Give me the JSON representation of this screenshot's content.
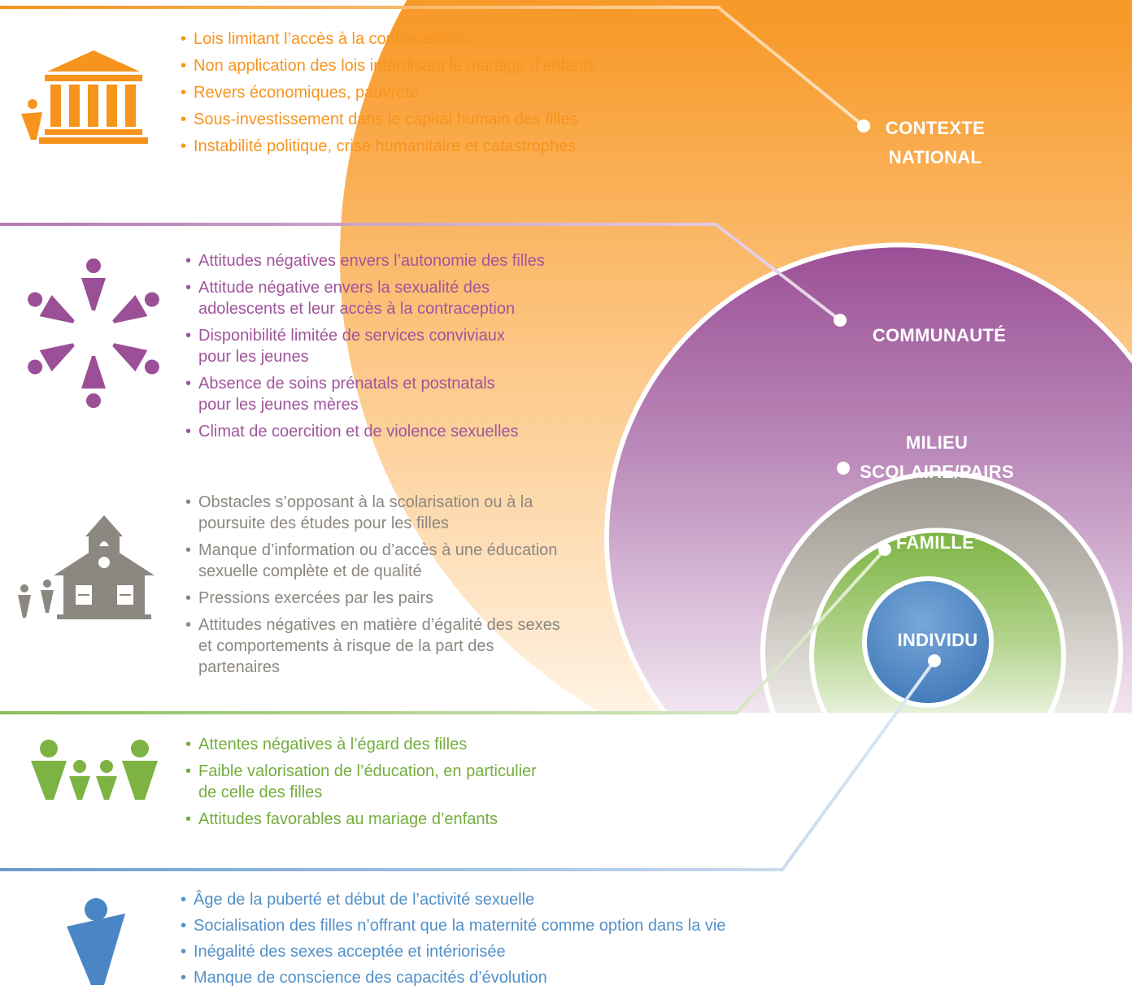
{
  "colors": {
    "national": "#f7941d",
    "community": "#9b4f96",
    "school": "#9a958e",
    "family": "#7cb342",
    "individual": "#4a86c5"
  },
  "levels": [
    {
      "label": "CONTEXTE\nNATIONAL",
      "icon": "government-building-icon",
      "color": "#f7941d",
      "items": [
        "Lois limitant l’accès à la contraception",
        "Non application des lois interdisant le mariage d’enfants",
        "Revers économiques, pauvreté",
        "Sous-investissement dans le capital humain des filles",
        "Instabilité politique, crise humanitaire et catastrophes"
      ]
    },
    {
      "label": "COMMUNAUTÉ",
      "icon": "community-circle-icon",
      "color": "#a0559c",
      "items": [
        "Attitudes négatives envers l’autonomie des filles",
        "Attitude négative envers la sexualité des\nadolescents et leur accès à la contraception",
        "Disponibilité limitée de services conviviaux\npour les jeunes",
        "Absence de soins prénatals et postnatals\npour les jeunes mères",
        "Climat de coercition et de violence sexuelles"
      ]
    },
    {
      "label": "MILIEU\nSCOLAIRE/PAIRS",
      "icon": "school-building-icon",
      "color": "#8c8780",
      "items": [
        "Obstacles s’opposant à la scolarisation ou à la\npoursuite des études pour les filles",
        "Manque d’information ou d’accès à une éducation\nsexuelle complète et de qualité",
        "Pressions exercées par les pairs",
        "Attitudes négatives en matière d’égalité des sexes\net comportements à risque de la part des\npartenaires"
      ]
    },
    {
      "label": "FAMILLE",
      "icon": "family-icon",
      "color": "#74ad3d",
      "items": [
        "Attentes négatives à l’égard des filles",
        "Faible valorisation de l’éducation, en particulier\nde celle des filles",
        "Attitudes favorables au mariage d’enfants"
      ]
    },
    {
      "label": "INDIVIDU",
      "icon": "person-icon",
      "color": "#5290c8",
      "items": [
        "Âge de la puberté et début de l’activité sexuelle",
        "Socialisation des filles n’offrant que la maternité comme option dans la vie",
        "Inégalité des sexes acceptée et intériorisée",
        "Manque de conscience des capacités d’évolution"
      ]
    }
  ]
}
